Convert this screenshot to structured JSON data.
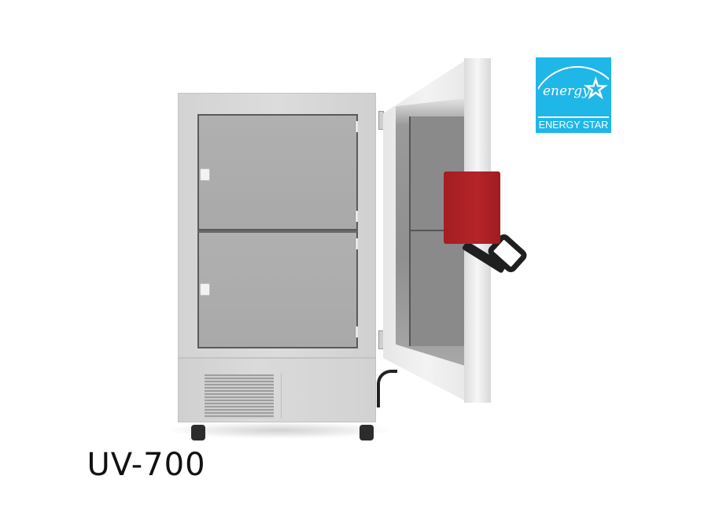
{
  "product": {
    "model_label": "UV-700",
    "description": "Upright ultra-low temperature freezer with outer door open, two inner doors, red handle lock with key",
    "colors": {
      "background": "#ffffff",
      "cabinet": "#d6d6d6",
      "inner_doors": "#acacac",
      "handle_box": "#b02226",
      "key": "#1f1f1f"
    }
  },
  "badge": {
    "name": "energy-star",
    "script_text": "energy",
    "label": "ENERGY STAR",
    "color": "#1fb6e8"
  }
}
